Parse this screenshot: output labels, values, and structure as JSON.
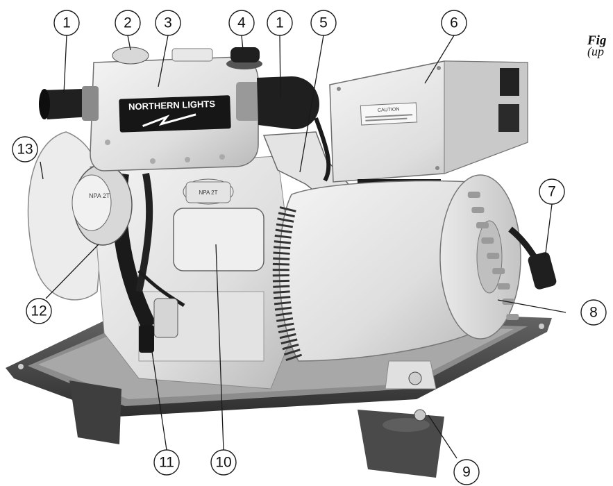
{
  "figure": {
    "caption_title": "Fig",
    "caption_sub": "(up",
    "brand_plate": "NORTHERN LIGHTS",
    "caution_label": "CAUTION",
    "part_code": "NPA 2T",
    "callouts": [
      "1",
      "2",
      "3",
      "4",
      "1",
      "5",
      "6",
      "7",
      "8",
      "9",
      "10",
      "11",
      "12",
      "13"
    ]
  }
}
